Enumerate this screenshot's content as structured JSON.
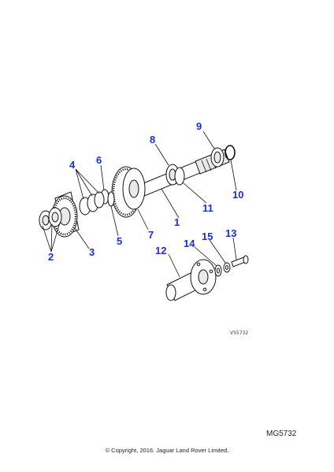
{
  "diagram": {
    "callouts": [
      {
        "id": "1",
        "label": "1"
      },
      {
        "id": "2",
        "label": "2"
      },
      {
        "id": "3",
        "label": "3"
      },
      {
        "id": "4",
        "label": "4"
      },
      {
        "id": "5",
        "label": "5"
      },
      {
        "id": "6",
        "label": "6"
      },
      {
        "id": "7",
        "label": "7"
      },
      {
        "id": "8",
        "label": "8"
      },
      {
        "id": "9",
        "label": "9"
      },
      {
        "id": "10",
        "label": "10"
      },
      {
        "id": "11",
        "label": "11"
      },
      {
        "id": "12",
        "label": "12"
      },
      {
        "id": "13",
        "label": "13"
      },
      {
        "id": "14",
        "label": "14"
      },
      {
        "id": "15",
        "label": "15"
      }
    ],
    "drawing_ref": "V55732",
    "callout_color": "#1a2fd6"
  },
  "footer": {
    "figure_code": "MG5732",
    "copyright": "© Copyright, 2016. Jaguar Land Rover Limited."
  }
}
